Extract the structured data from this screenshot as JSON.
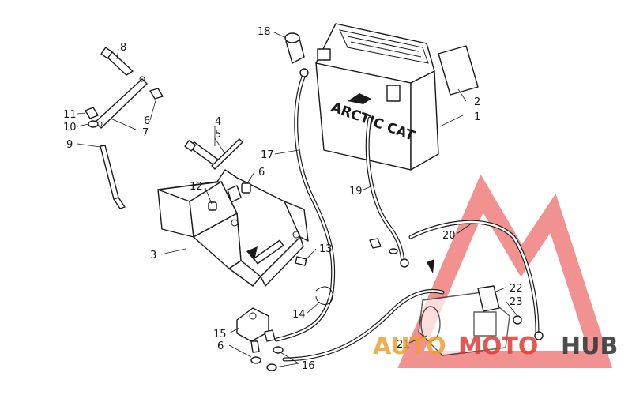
{
  "battery": {
    "logo": "ARCTIC CAT"
  },
  "callouts": [
    {
      "n": "1"
    },
    {
      "n": "2"
    },
    {
      "n": "3"
    },
    {
      "n": "4"
    },
    {
      "n": "5"
    },
    {
      "n": "6"
    },
    {
      "n": "6"
    },
    {
      "n": "6"
    },
    {
      "n": "6"
    },
    {
      "n": "7"
    },
    {
      "n": "8"
    },
    {
      "n": "9"
    },
    {
      "n": "10"
    },
    {
      "n": "11"
    },
    {
      "n": "12"
    },
    {
      "n": "13"
    },
    {
      "n": "14"
    },
    {
      "n": "15"
    },
    {
      "n": "16"
    },
    {
      "n": "17"
    },
    {
      "n": "18"
    },
    {
      "n": "19"
    },
    {
      "n": "20"
    },
    {
      "n": "21"
    },
    {
      "n": "22"
    },
    {
      "n": "23"
    }
  ],
  "watermark": {
    "part1": "AUTO",
    "part2": "MOTO",
    "part3": "HUB",
    "color_primary": "#e53935",
    "color_accent": "#f0a030",
    "color_dark": "#3a3a3a"
  }
}
